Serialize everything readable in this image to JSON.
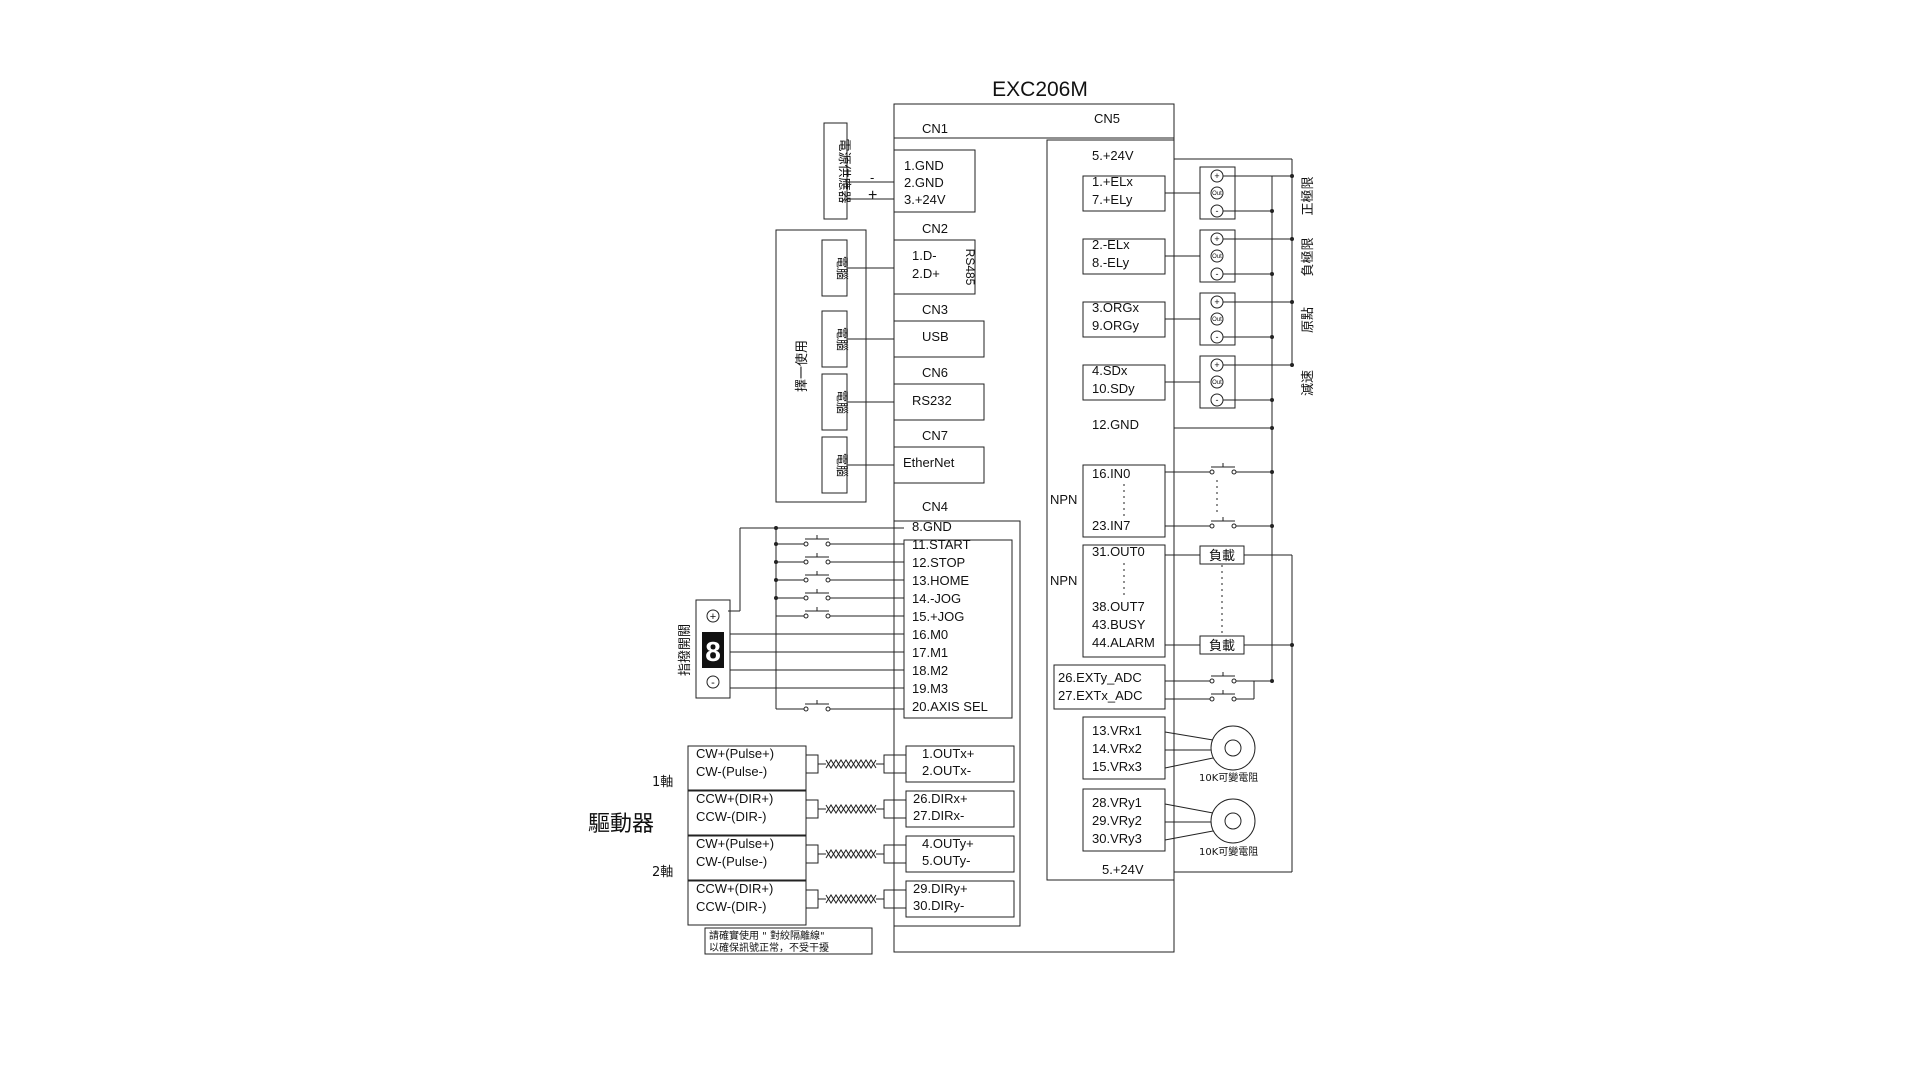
{
  "title": "EXC206M",
  "connectors": {
    "cn1": "CN1",
    "cn2": "CN2",
    "cn3": "CN3",
    "cn6": "CN6",
    "cn7": "CN7",
    "cn4": "CN4",
    "cn5": "CN5"
  },
  "cn1_pins": [
    "1.GND",
    "2.GND",
    "3.+24V"
  ],
  "power": {
    "label": "電源供應器",
    "minus": "-",
    "plus": "+"
  },
  "cn2_pins": [
    "1.D-",
    "2.D+"
  ],
  "cn2_protocol": "RS485",
  "cn3_label": "USB",
  "cn6_label": "RS232",
  "cn7_label": "EtherNet",
  "pc_label": "電腦",
  "choose_one": "擇一使用",
  "cn4_pins": [
    "8.GND",
    "11.START",
    "12.STOP",
    "13.HOME",
    "14.-JOG",
    "15.+JOG",
    "16.M0",
    "17.M1",
    "18.M2",
    "19.M3",
    "20.AXIS SEL"
  ],
  "dial": {
    "label": "指撥開關",
    "digit": "8",
    "plus": "+",
    "minus": "-"
  },
  "driver": {
    "title": "驅動器",
    "axis1": "1軸",
    "axis2": "2軸",
    "ports": [
      "CW+(Pulse+)",
      "CW-(Pulse-)",
      "CCW+(DIR+)",
      "CCW-(DIR-)",
      "CW+(Pulse+)",
      "CW-(Pulse-)",
      "CCW+(DIR+)",
      "CCW-(DIR-)"
    ]
  },
  "cn4_out_pins": [
    [
      "1.OUTx+",
      "2.OUTx-"
    ],
    [
      "26.DIRx+",
      "27.DIRx-"
    ],
    [
      "4.OUTy+",
      "5.OUTy-"
    ],
    [
      "29.DIRy+",
      "30.DIRy-"
    ]
  ],
  "note": [
    "請確實使用 \" 對絞隔離線\"",
    "以確保訊號正常，不受干擾"
  ],
  "cn5_top": "5.+24V",
  "sensor_pins": [
    [
      "1.+ELx",
      "7.+ELy"
    ],
    [
      "2.-ELx",
      "8.-ELy"
    ],
    [
      "3.ORGx",
      "9.ORGy"
    ],
    [
      "4.SDx",
      "10.SDy"
    ]
  ],
  "sensor_labels": [
    "正極限",
    "負極限",
    "原點",
    "減速"
  ],
  "sensor_terms": {
    "plus": "+",
    "out": "Out",
    "minus": "-"
  },
  "gnd12": "12.GND",
  "npn": "NPN",
  "inputs": [
    "16.IN0",
    "23.IN7"
  ],
  "outputs": [
    "31.OUT0",
    "38.OUT7",
    "43.BUSY",
    "44.ALARM"
  ],
  "load": "負載",
  "ext_adc": [
    "26.EXTy_ADC",
    "27.EXTx_ADC"
  ],
  "vr_x": [
    "13.VRx1",
    "14.VRx2",
    "15.VRx3"
  ],
  "vr_y": [
    "28.VRy1",
    "29.VRy2",
    "30.VRy3"
  ],
  "vr_label": "10K可變電阻",
  "cn5_bottom": "5.+24V"
}
